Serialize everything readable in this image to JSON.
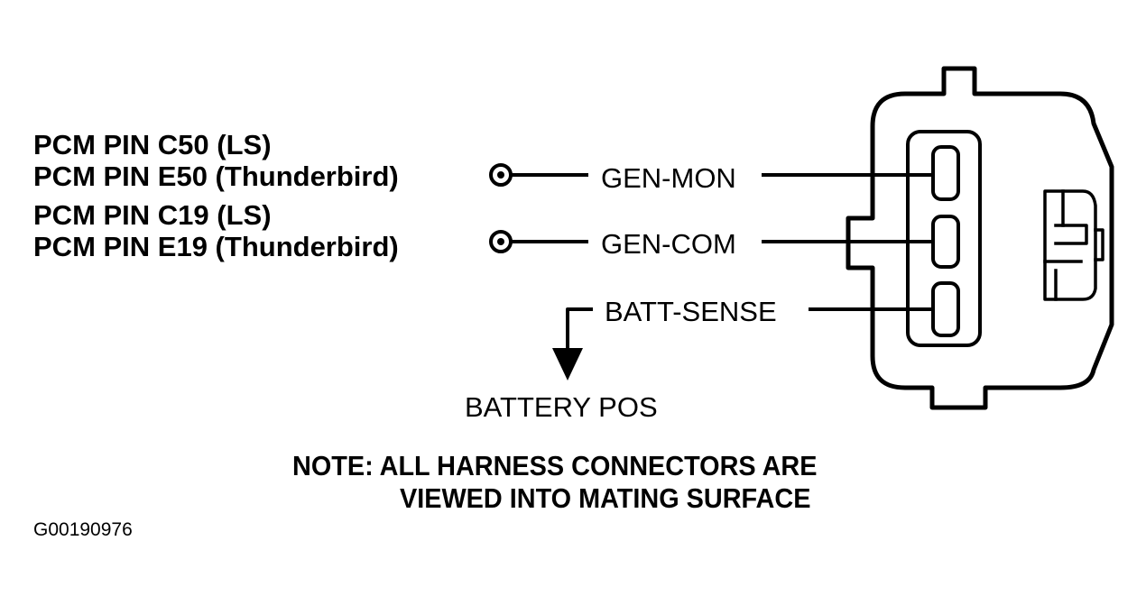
{
  "pcm_pins": [
    "PCM PIN C50 (LS)",
    "PCM PIN E50 (Thunderbird)",
    "PCM PIN C19 (LS)",
    "PCM PIN E19 (Thunderbird)"
  ],
  "signals": {
    "gen_mon": "GEN-MON",
    "gen_com": "GEN-COM",
    "batt_sense": "BATT-SENSE"
  },
  "battery_label": "BATTERY POS",
  "note": {
    "line1": "NOTE: ALL HARNESS CONNECTORS ARE",
    "line2": "VIEWED INTO MATING SURFACE"
  },
  "figure_code": "G00190976"
}
